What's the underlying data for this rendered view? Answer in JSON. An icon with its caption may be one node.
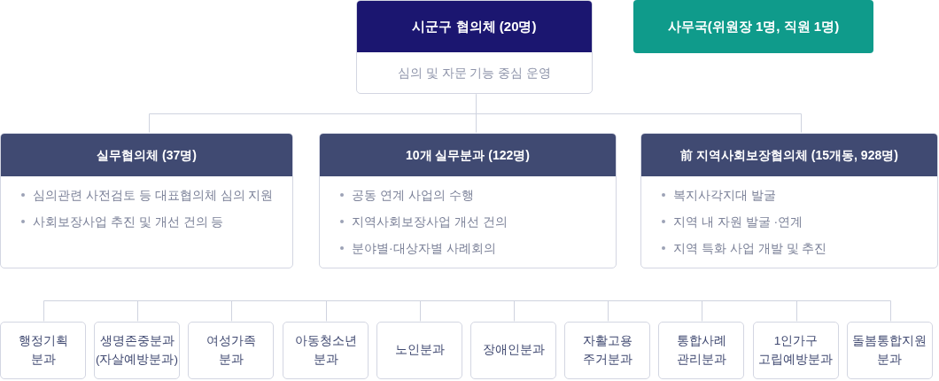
{
  "diagram": {
    "nodes": [
      {
        "text": [
          "시군구 협의체 (20명)",
          "심의 및 자문 기능 중심 운영"
        ]
      },
      {
        "text": [
          "사무국(위원장 1명, 직원 1명)"
        ]
      },
      {
        "text": [
          "실무협의체 (37명)",
          "심의관련 사전검토 등 대표협의체 심의 지원",
          "사회보장사업 추진 및 개선 건의 등"
        ]
      },
      {
        "text": [
          "10개 실무분과 (122명)",
          "공동 연계 사업의 수행",
          "지역사회보장사업 개선 건의",
          "분야별·대상자별 사례회의"
        ]
      },
      {
        "text": [
          "前 지역사회보장협의체 (15개동, 928명)",
          "복지사각지대 발굴",
          "지역 내 자원 발굴 ·연계",
          "지역 특화 사업 개발 및 추진"
        ]
      },
      {
        "text": [
          "행정기획 분과"
        ]
      },
      {
        "text": [
          "생명존중분과 (자살예방분과)"
        ]
      },
      {
        "text": [
          "여성가족 분과"
        ]
      },
      {
        "text": [
          "아동청소년 분과"
        ]
      },
      {
        "text": [
          "노인분과"
        ]
      },
      {
        "text": [
          "장애인분과"
        ]
      },
      {
        "text": [
          "자활고용 주거분과"
        ]
      },
      {
        "text": [
          "통합사례 관리분과"
        ]
      },
      {
        "text": [
          "1인가구 고립예방분과"
        ]
      },
      {
        "text": [
          "돌봄통합지원 분과"
        ]
      }
    ],
    "edges": [
      {
        "from": 0,
        "to": 2,
        "arrow": "none"
      },
      {
        "from": 0,
        "to": 3,
        "arrow": "none"
      },
      {
        "from": 0,
        "to": 4,
        "arrow": "none"
      },
      {
        "from": null,
        "to": 5,
        "arrow": "none"
      },
      {
        "from": null,
        "to": 6,
        "arrow": "none"
      },
      {
        "from": null,
        "to": 7,
        "arrow": "none"
      },
      {
        "from": null,
        "to": 8,
        "arrow": "none"
      },
      {
        "from": null,
        "to": 9,
        "arrow": "none"
      },
      {
        "from": null,
        "to": 10,
        "arrow": "none"
      },
      {
        "from": null,
        "to": 11,
        "arrow": "none"
      },
      {
        "from": null,
        "to": 12,
        "arrow": "none"
      },
      {
        "from": null,
        "to": 13,
        "arrow": "none"
      },
      {
        "from": null,
        "to": 14,
        "arrow": "none"
      }
    ]
  }
}
